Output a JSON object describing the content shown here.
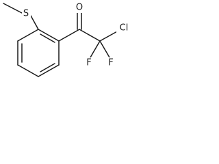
{
  "molecule": {
    "atoms": {
      "sulfur": "S",
      "oxygen": "O",
      "chlorine": "Cl",
      "fluorine_left": "F",
      "fluorine_right": "F"
    },
    "bond_color": "#1a1a1a",
    "label_color": "#1a1a1a"
  }
}
